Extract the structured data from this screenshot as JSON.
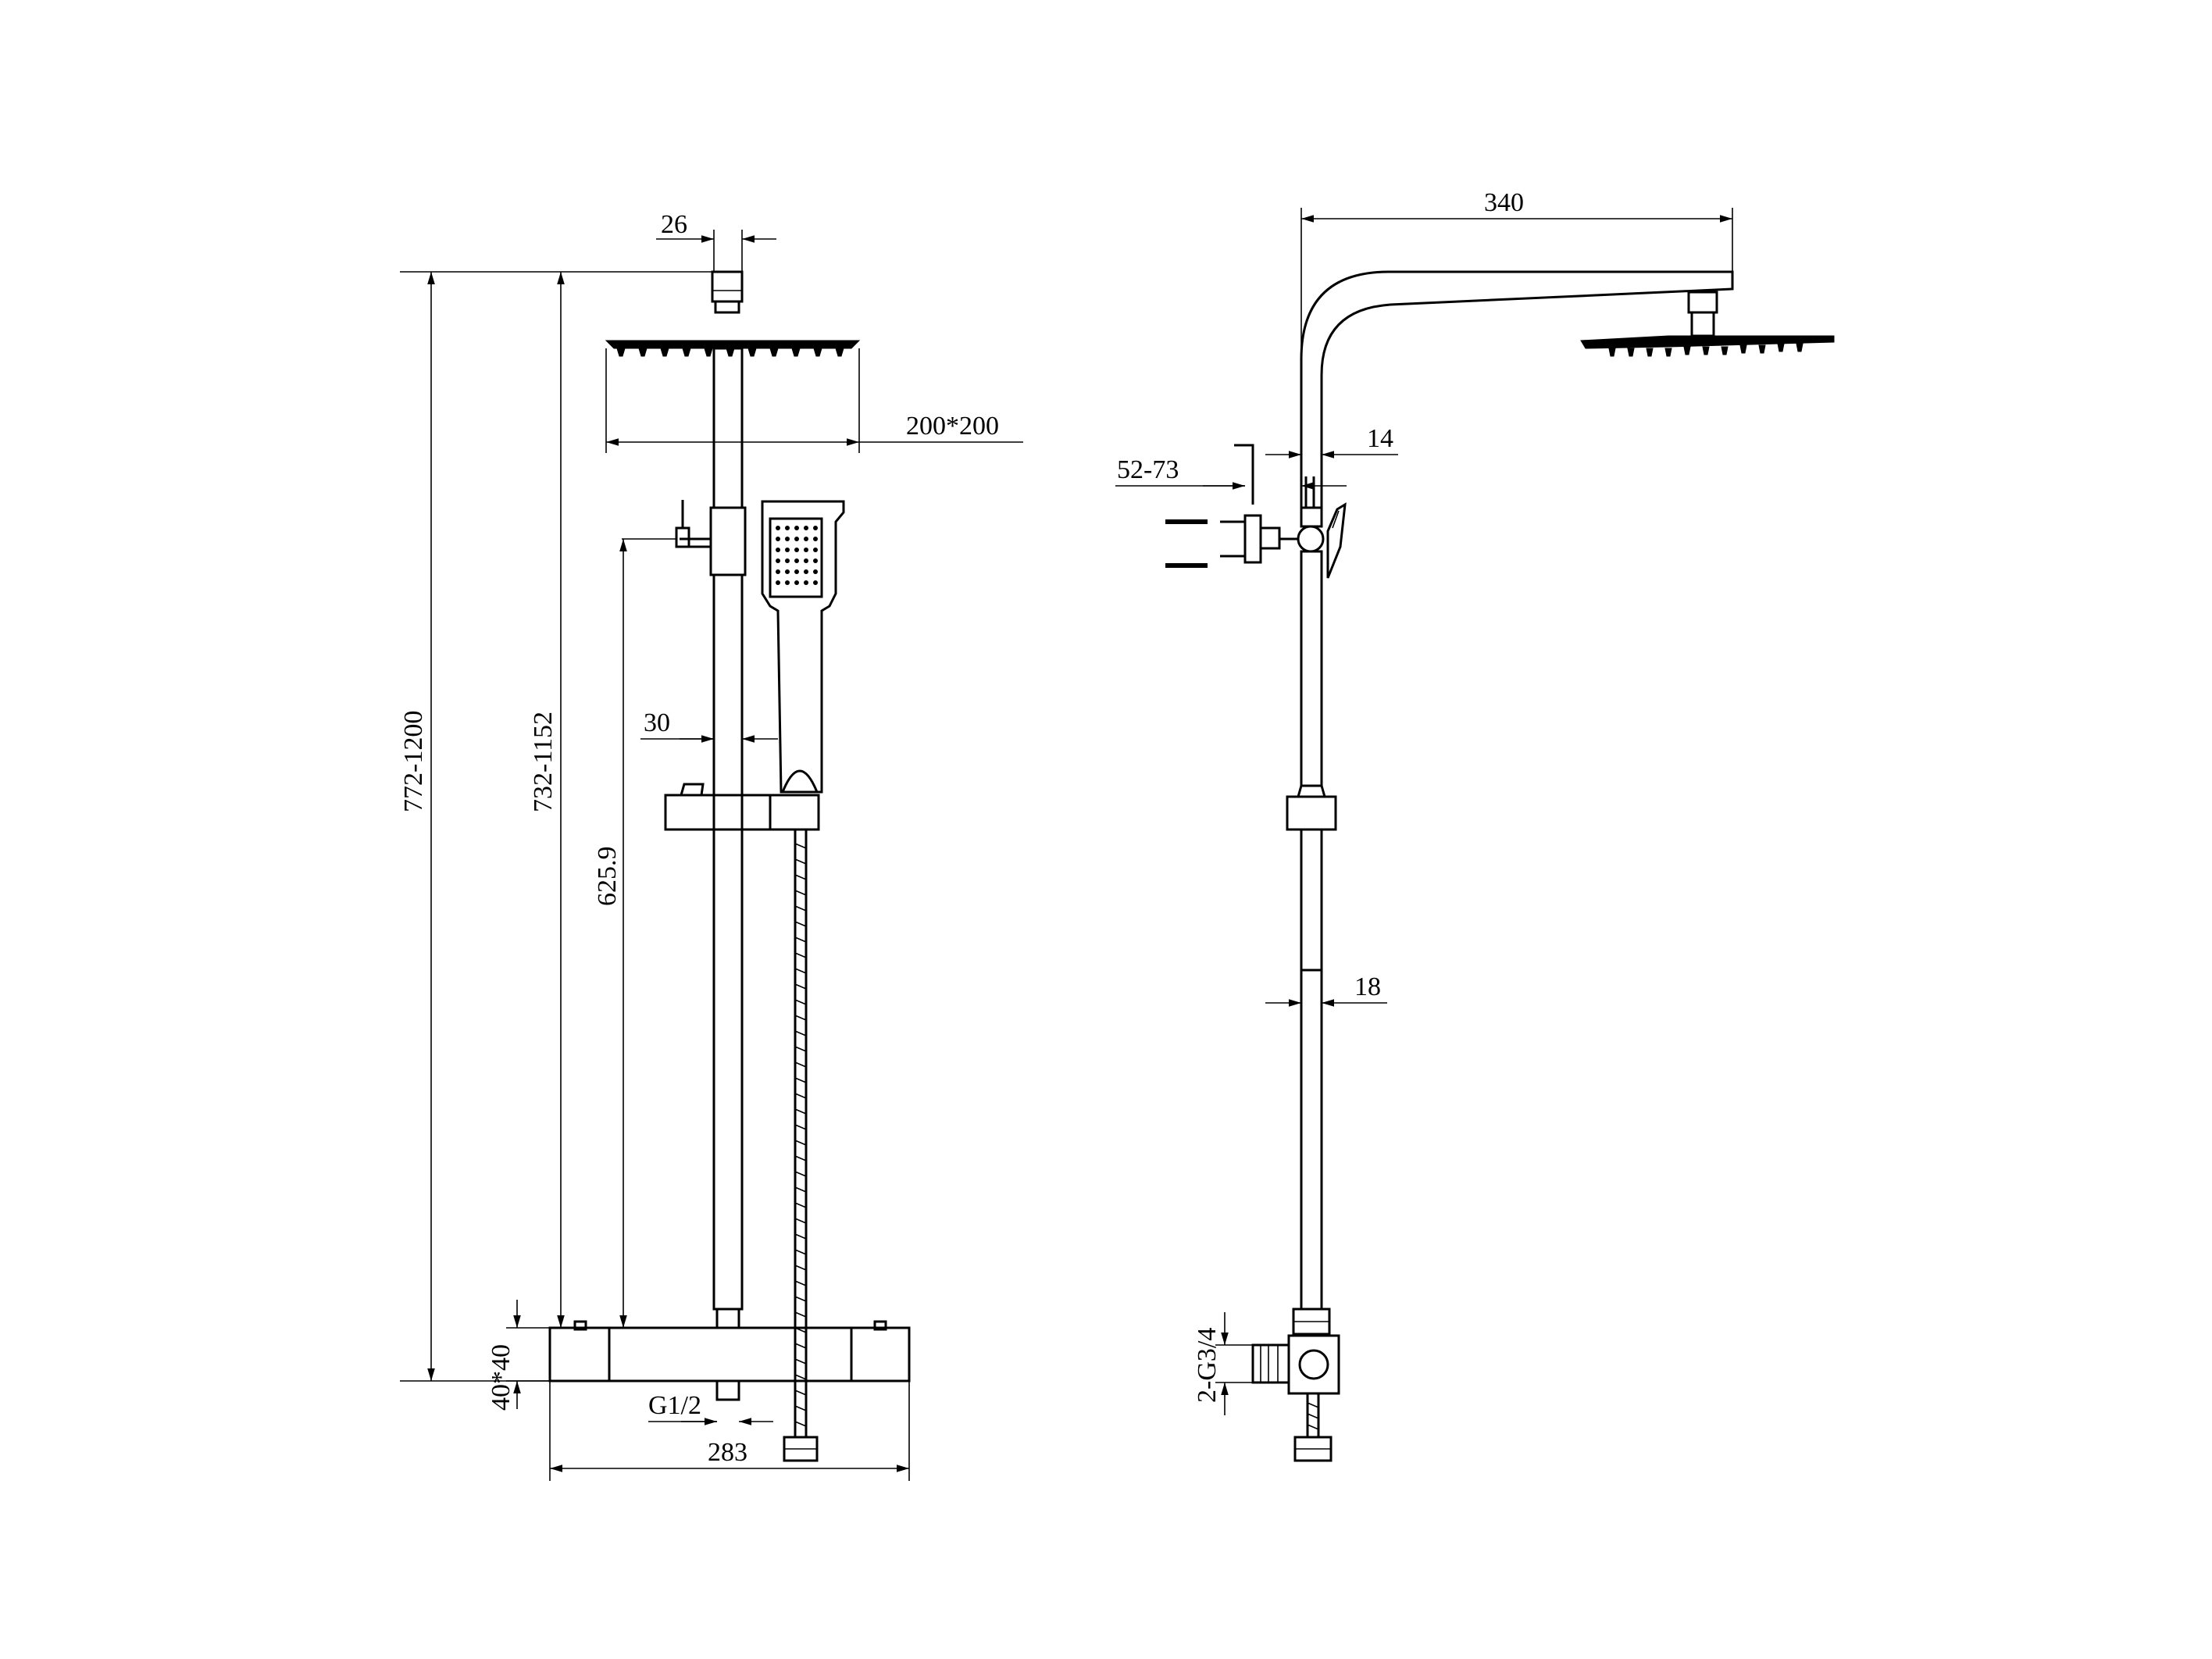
{
  "dimensions": {
    "width_top": "26",
    "head_size": "200*200",
    "total_height": "772-1200",
    "rail_height": "732-1152",
    "slider_height": "625.9",
    "handle_offset": "30",
    "body_section": "40*40",
    "inlet_thread": "G1/2",
    "body_width": "283",
    "arm_reach": "340",
    "wall_offset": "14",
    "bracket_range": "52-73",
    "pipe_diameter": "18",
    "elbow_thread": "2-G3/4"
  }
}
